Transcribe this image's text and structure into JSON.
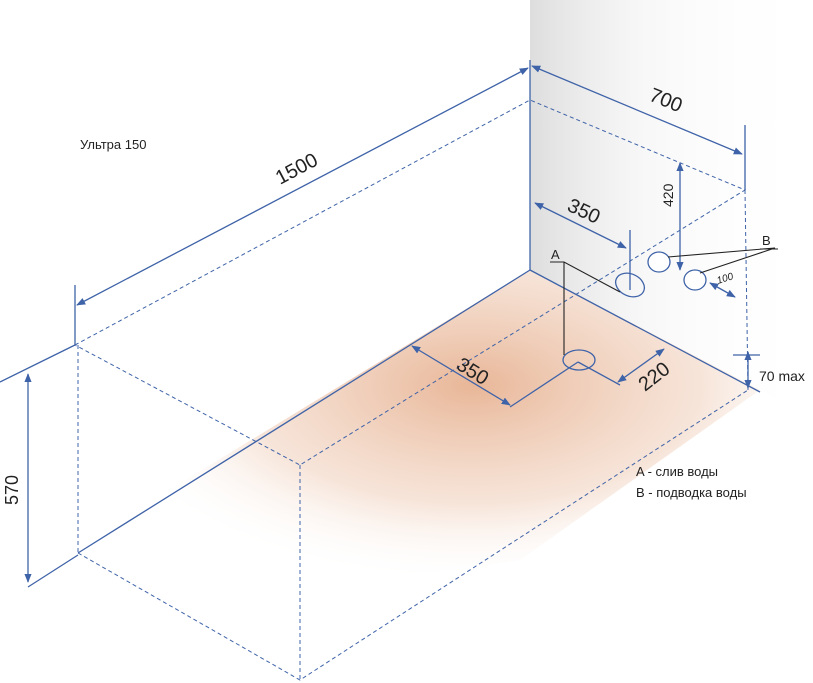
{
  "title": "Ультра 150",
  "dimensions": {
    "length": "1500",
    "width": "700",
    "height": "570",
    "drain_from_wall": "350",
    "drain_from_side": "350",
    "drain_offset": "220",
    "supply_height": "420",
    "supply_spacing": "100",
    "rim_gap": "70 max"
  },
  "markers": {
    "a": "A",
    "b": "B"
  },
  "legend": {
    "a": "A - слив воды",
    "b": "B - подводка воды"
  },
  "colors": {
    "line": "#3f63a8",
    "floor": "#e9b89a",
    "wall": "#d8d8d8"
  }
}
